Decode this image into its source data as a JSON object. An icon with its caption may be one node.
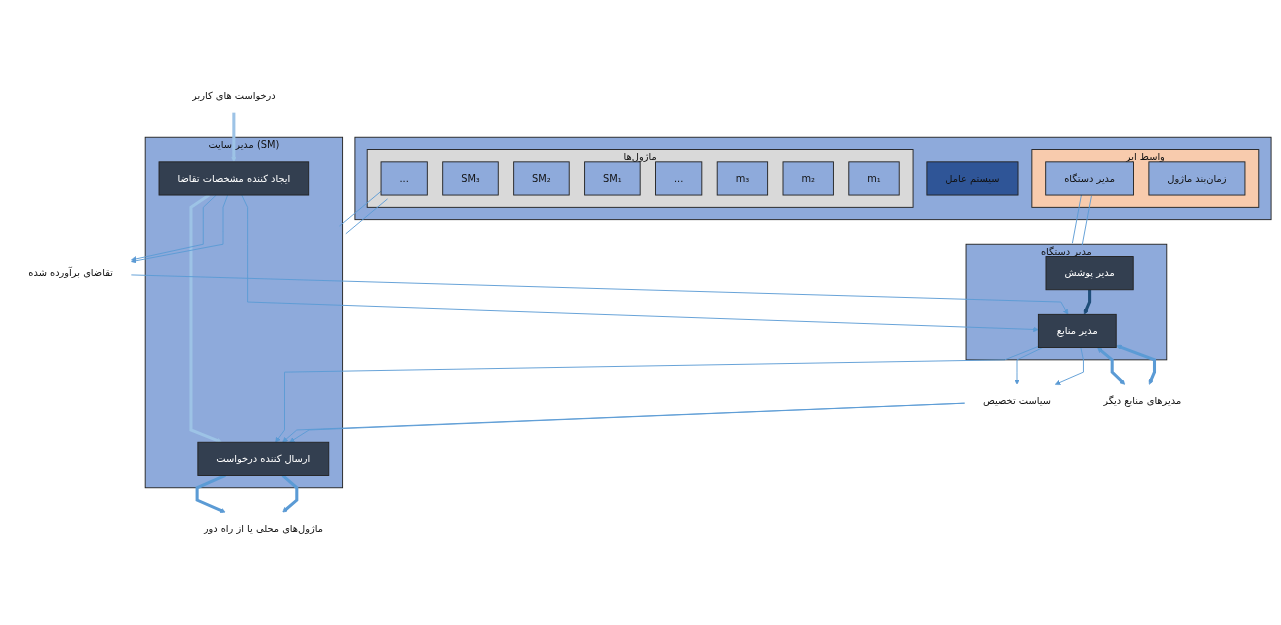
{
  "diagram": {
    "nodes": [
      {
        "text": [],
        "shape": "box"
      },
      {
        "text": [
          "ماژول‌ها"
        ],
        "in": 0
      },
      {
        "text": [
          "m₁"
        ],
        "in": 1
      },
      {
        "text": [
          "m₂"
        ],
        "in": 1
      },
      {
        "text": [
          "m₃"
        ],
        "in": 1
      },
      {
        "text": [
          "..."
        ],
        "in": 1
      },
      {
        "text": [
          "SM₁"
        ],
        "in": 1
      },
      {
        "text": [
          "SM₂"
        ],
        "in": 1
      },
      {
        "text": [
          "SM₃"
        ],
        "in": 1
      },
      {
        "text": [
          "..."
        ],
        "in": 1
      },
      {
        "text": [
          "واسط ابر"
        ],
        "in": 0
      },
      {
        "text": [
          "زمان‌بند ماژول"
        ],
        "in": 10
      },
      {
        "text": [
          "مدیر دستگاه"
        ],
        "in": 10
      },
      {
        "text": [
          "سیستم عامل"
        ],
        "in": 0
      },
      {
        "text": [
          "مدیر سایت (SM)"
        ]
      },
      {
        "text": [
          "ایجاد کننده مشخصات تقاضا"
        ],
        "in": 14
      },
      {
        "text": [
          "ارسال کننده درخواست"
        ],
        "in": 14
      },
      {
        "text": [
          "مدیر دستگاه"
        ]
      },
      {
        "text": [
          "مدیر منابع"
        ],
        "in": 17
      },
      {
        "text": [
          "مدیر پوشش"
        ],
        "in": 17
      },
      {
        "text": [
          "درخواست های کاربر"
        ]
      },
      {
        "text": [
          "ماژول‌های محلی یا از راه دور"
        ]
      },
      {
        "text": [
          "تقاضای برآورده شده"
        ]
      },
      {
        "text": [
          "سیاست تخصیص"
        ]
      },
      {
        "text": [
          "مدیرهای منابع دیگر"
        ]
      }
    ],
    "edges": [
      {
        "from": 9,
        "to": 14,
        "arrow": "none"
      },
      {
        "from": 9,
        "to": 14,
        "arrow": "none"
      },
      {
        "from": 12,
        "to": 17,
        "arrow": "none"
      },
      {
        "from": 12,
        "to": 17,
        "arrow": "none"
      },
      {
        "from": 20,
        "to": 15,
        "arrow": "to",
        "style": "thick",
        "color": "#9dc3e6"
      },
      {
        "from": 15,
        "to": 16,
        "arrow": "to",
        "style": "thick",
        "color": "#9dc3e6"
      },
      {
        "from": 16,
        "to": 21,
        "arrow": "to",
        "style": "thick"
      },
      {
        "from": 16,
        "to": 21,
        "arrow": "to",
        "style": "thick"
      },
      {
        "from": 15,
        "to": 22,
        "arrow": "to"
      },
      {
        "from": 15,
        "to": 22,
        "arrow": "to"
      },
      {
        "from": 15,
        "to": 18,
        "arrow": "to"
      },
      {
        "from": 22,
        "to": 18,
        "arrow": "to"
      },
      {
        "from": 23,
        "to": 16,
        "arrow": "to"
      },
      {
        "from": 23,
        "to": 16,
        "arrow": "to"
      },
      {
        "from": 18,
        "to": 16,
        "arrow": "to"
      },
      {
        "from": 18,
        "to": 23,
        "arrow": "to"
      },
      {
        "from": 18,
        "to": 23,
        "arrow": "to"
      },
      {
        "from": 18,
        "to": 24,
        "arrow": "both",
        "style": "thick"
      },
      {
        "from": 18,
        "to": 24,
        "arrow": "both",
        "style": "thick"
      },
      {
        "from": 19,
        "to": 18,
        "arrow": "to",
        "style": "thick",
        "color": "#1f4e79"
      }
    ]
  }
}
